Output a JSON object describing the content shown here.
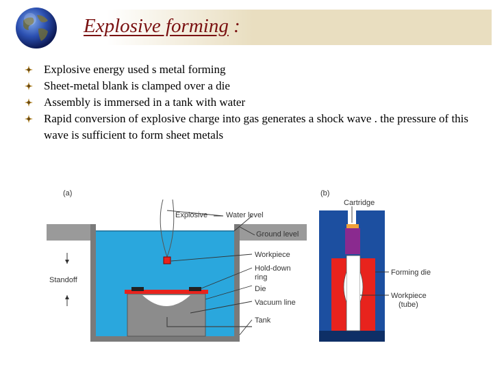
{
  "slide": {
    "title": "Explosive forming",
    "title_suffix": ":",
    "bullets": [
      "Explosive energy used s metal forming",
      "Sheet-metal blank is clamped over a die",
      "Assembly is immersed in a tank with water",
      "Rapid conversion of explosive charge into gas generates a shock wave . the pressure of this wave is sufficient to form sheet metals"
    ]
  },
  "diagram": {
    "panel_a": {
      "tag": "(a)",
      "labels": {
        "explosive": "Explosive",
        "water_level": "Water  level",
        "ground_level": "Ground  level",
        "workpiece": "Workpiece",
        "hold_down_1": "Hold-down",
        "hold_down_2": "ring",
        "die": "Die",
        "vacuum_line": "Vacuum  line",
        "tank": "Tank",
        "standoff": "Standoff"
      }
    },
    "panel_b": {
      "tag": "(b)",
      "labels": {
        "cartridge": "Cartridge",
        "forming_die": "Forming  die",
        "workpiece": "Workpiece",
        "tube": "(tube)"
      }
    }
  },
  "colors": {
    "title": "#7a1111",
    "water": "#2aa7dd",
    "die_red": "#e8231d",
    "cartridge_purple": "#8a2a8f",
    "cartridge_orange": "#f0a23a",
    "ground": "#9a9a9a",
    "base_blue": "#1c4fa0"
  }
}
